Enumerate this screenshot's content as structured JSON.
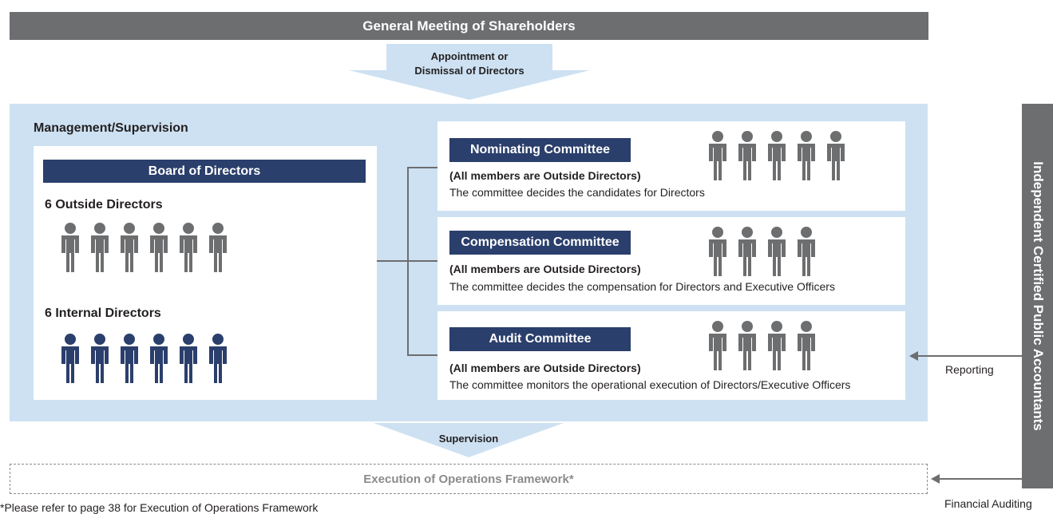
{
  "general_meeting": "General Meeting of Shareholders",
  "appointment_label_line1": "Appointment or",
  "appointment_label_line2": "Dismissal of Directors",
  "management_title": "Management/Supervision",
  "board_title": "Board of Directors",
  "outside_directors_label": "6 Outside Directors",
  "internal_directors_label": "6 Internal Directors",
  "committees": [
    {
      "title": "Nominating Committee",
      "subtitle": "(All members are Outside Directors)",
      "desc": "The committee decides the candidates for Directors"
    },
    {
      "title": "Compensation Committee",
      "subtitle": "(All members are Outside Directors)",
      "desc": "The committee decides the compensation for Directors and Executive Officers"
    },
    {
      "title": "Audit Committee",
      "subtitle": "(All members are Outside Directors)",
      "desc": "The committee monitors the operational execution of Directors/Executive Officers"
    }
  ],
  "supervision_label": "Supervision",
  "execution_label": "Execution of Operations Framework*",
  "footnote": "*Please refer to page 38 for Execution of Operations Framework",
  "icpa_label": "Independent Certified Public Accountants",
  "reporting_label": "Reporting",
  "financial_auditing_label": "Financial Auditing",
  "colors": {
    "gray": "#6d6e70",
    "navy": "#2b3f6c",
    "light_blue": "#cde1f2",
    "person_gray": "#6d6e70",
    "person_navy": "#2b3f6c"
  }
}
